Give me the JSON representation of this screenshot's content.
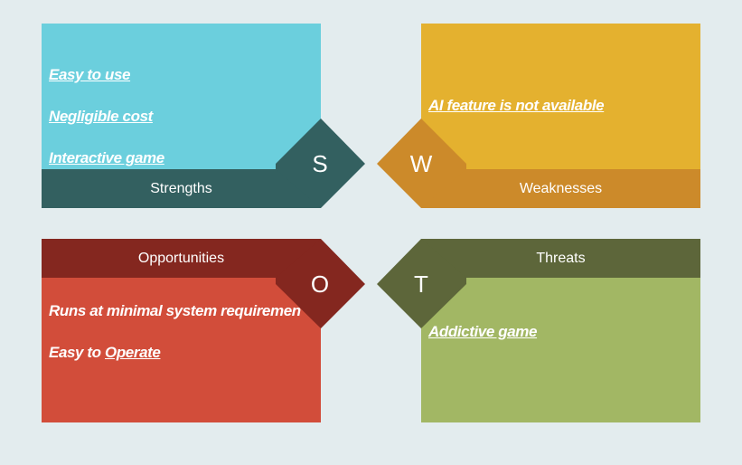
{
  "colors": {
    "background": "#e3ecee",
    "strengths_body": "#6bcfdd",
    "strengths_bar": "#336060",
    "weaknesses_body": "#e4b12f",
    "weaknesses_bar": "#cc8a2a",
    "opportunities_body": "#d24d3a",
    "opportunities_bar": "#84271f",
    "threats_body": "#a2b764",
    "threats_bar": "#5d663a"
  },
  "strengths": {
    "letter": "S",
    "label": "Strengths",
    "items": [
      "Easy to use",
      "Negligible cost",
      "Interactive game"
    ]
  },
  "weaknesses": {
    "letter": "W",
    "label": "Weaknesses",
    "items": [
      "AI feature is not available"
    ]
  },
  "opportunities": {
    "letter": "O",
    "label": "Opportunities",
    "items": [
      "Runs at minimal system requiremen",
      "Easy to ",
      "Operate"
    ]
  },
  "threats": {
    "letter": "T",
    "label": "Threats",
    "items": [
      "Addictive game"
    ]
  }
}
